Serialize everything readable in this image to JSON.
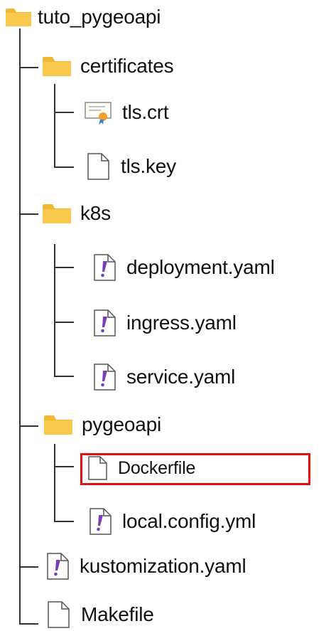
{
  "tree": {
    "root": {
      "label": "tuto_pygeoapi",
      "icon": "folder-icon"
    },
    "certificates": {
      "label": "certificates",
      "icon": "folder-icon",
      "children": [
        {
          "label": "tls.crt",
          "icon": "certificate-file-icon"
        },
        {
          "label": "tls.key",
          "icon": "blank-file-icon"
        }
      ]
    },
    "k8s": {
      "label": "k8s",
      "icon": "folder-icon",
      "children": [
        {
          "label": "deployment.yaml",
          "icon": "yaml-file-icon"
        },
        {
          "label": "ingress.yaml",
          "icon": "yaml-file-icon"
        },
        {
          "label": "service.yaml",
          "icon": "yaml-file-icon"
        }
      ]
    },
    "pygeoapi": {
      "label": "pygeoapi",
      "icon": "folder-icon",
      "children": [
        {
          "label": "Dockerfile",
          "icon": "blank-file-icon",
          "highlighted": true
        },
        {
          "label": "local.config.yml",
          "icon": "yaml-file-icon"
        }
      ]
    },
    "files": [
      {
        "label": "kustomization.yaml",
        "icon": "yaml-file-icon"
      },
      {
        "label": "Makefile",
        "icon": "blank-file-icon"
      }
    ]
  },
  "colors": {
    "folder": "#f8c94c",
    "folder_tab": "#f0b832",
    "highlight_border": "#e01010",
    "yaml_mark": "#7a3fb8"
  }
}
